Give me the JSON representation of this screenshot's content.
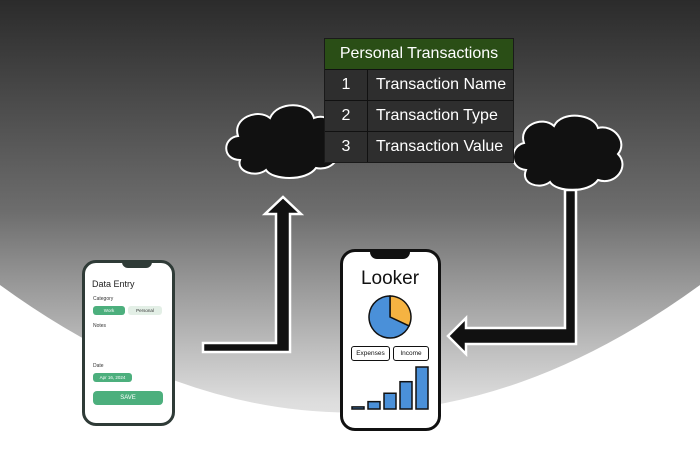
{
  "table": {
    "header": "Personal Transactions",
    "rows": [
      {
        "num": "1",
        "label": "Transaction Name"
      },
      {
        "num": "2",
        "label": "Transaction Type"
      },
      {
        "num": "3",
        "label": "Transaction Value"
      }
    ]
  },
  "left_phone": {
    "title": "Data Entry",
    "category_label": "Category",
    "chip_work": "Work",
    "chip_personal": "Personal",
    "notes_label": "Notes",
    "date_label": "Date",
    "date_value": "Apr 16, 2024",
    "save_label": "SAVE"
  },
  "right_phone": {
    "title": "Looker",
    "btn_expenses": "Expenses",
    "btn_income": "Income",
    "pie_slices": [
      0.32,
      0.68
    ],
    "bar_levels": [
      1,
      2,
      3,
      4,
      5
    ]
  },
  "colors": {
    "table_header": "#2a4e16",
    "accent_green": "#4caf7d",
    "pie_blue": "#4a90d9",
    "pie_orange": "#f5b342",
    "bar_blue": "#4a90d9"
  }
}
